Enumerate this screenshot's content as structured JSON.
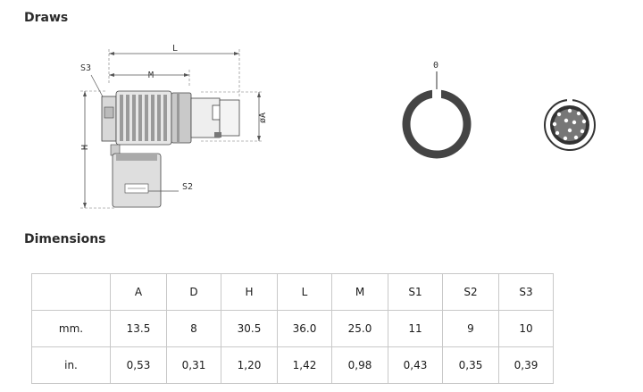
{
  "headings": {
    "draws": "Draws",
    "dimensions": "Dimensions"
  },
  "drawing_labels": {
    "L": "L",
    "M": "M",
    "S3": "S3",
    "H": "H",
    "A": "øA",
    "S2": "S2",
    "key_zero": "0"
  },
  "table": {
    "columns": [
      "A",
      "D",
      "H",
      "L",
      "M",
      "S1",
      "S2",
      "S3"
    ],
    "rows": [
      {
        "label": "mm.",
        "values": [
          "13.5",
          "8",
          "30.5",
          "36.0",
          "25.0",
          "11",
          "9",
          "10"
        ]
      },
      {
        "label": "in.",
        "values": [
          "0,53",
          "0,31",
          "1,20",
          "1,42",
          "0,98",
          "0,43",
          "0,35",
          "0,39"
        ]
      }
    ]
  }
}
